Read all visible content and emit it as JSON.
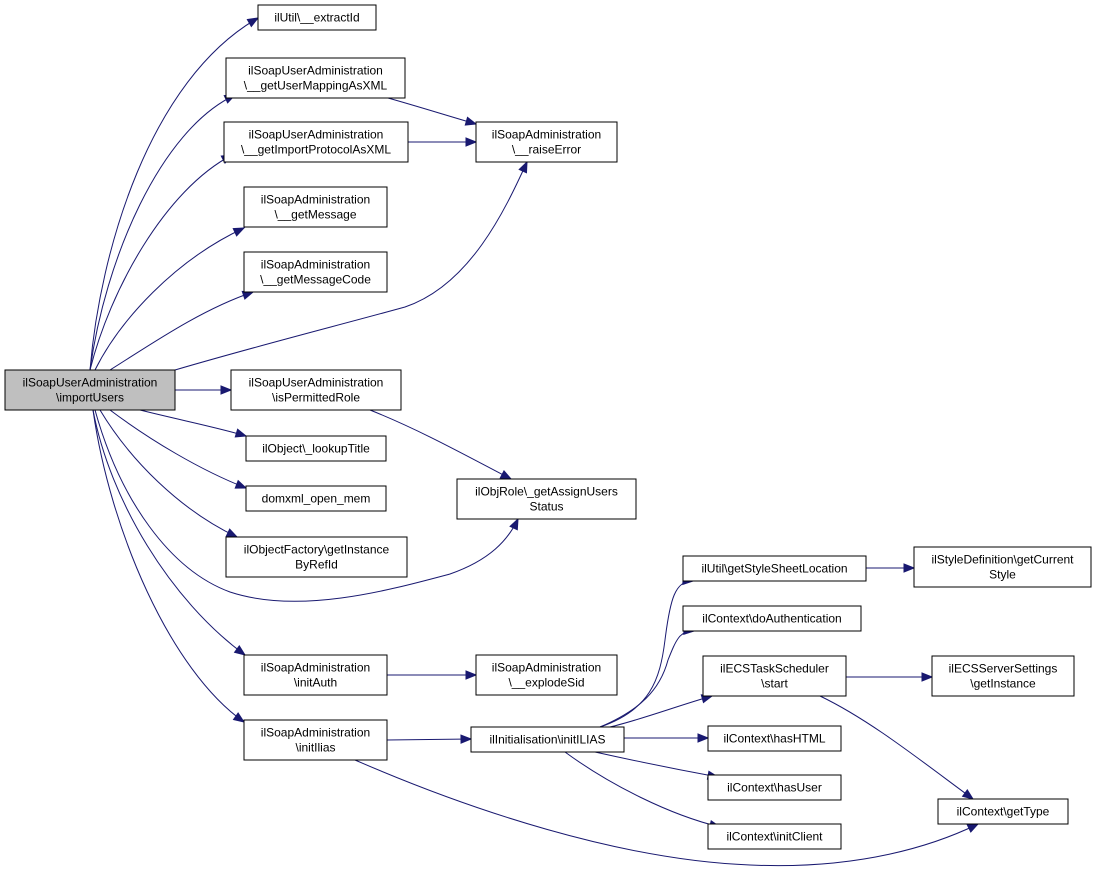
{
  "graph": {
    "edge_color": "#191970",
    "root_fill": "#bfbfbf",
    "nodes": [
      {
        "id": "n0",
        "lines": [
          "ilSoapUserAdministration",
          "\\importUsers"
        ],
        "root": true
      },
      {
        "id": "n1",
        "lines": [
          "ilUtil\\__extractId"
        ]
      },
      {
        "id": "n2",
        "lines": [
          "ilSoapUserAdministration",
          "\\__getUserMappingAsXML"
        ]
      },
      {
        "id": "n3",
        "lines": [
          "ilSoapUserAdministration",
          "\\__getImportProtocolAsXML"
        ]
      },
      {
        "id": "n4",
        "lines": [
          "ilSoapAdministration",
          "\\__raiseError"
        ]
      },
      {
        "id": "n5",
        "lines": [
          "ilSoapAdministration",
          "\\__getMessage"
        ]
      },
      {
        "id": "n6",
        "lines": [
          "ilSoapAdministration",
          "\\__getMessageCode"
        ]
      },
      {
        "id": "n7",
        "lines": [
          "ilSoapUserAdministration",
          "\\isPermittedRole"
        ]
      },
      {
        "id": "n8",
        "lines": [
          "ilObject\\_lookupTitle"
        ]
      },
      {
        "id": "n9",
        "lines": [
          "domxml_open_mem"
        ]
      },
      {
        "id": "n10",
        "lines": [
          "ilObjRole\\_getAssignUsers",
          "Status"
        ]
      },
      {
        "id": "n11",
        "lines": [
          "ilObjectFactory\\getInstance",
          "ByRefId"
        ]
      },
      {
        "id": "n12",
        "lines": [
          "ilSoapAdministration",
          "\\initAuth"
        ]
      },
      {
        "id": "n13",
        "lines": [
          "ilSoapAdministration",
          "\\__explodeSid"
        ]
      },
      {
        "id": "n14",
        "lines": [
          "ilSoapAdministration",
          "\\initIlias"
        ]
      },
      {
        "id": "n15",
        "lines": [
          "ilInitialisation\\initILIAS"
        ]
      },
      {
        "id": "n16",
        "lines": [
          "ilUtil\\getStyleSheetLocation"
        ]
      },
      {
        "id": "n17",
        "lines": [
          "ilStyleDefinition\\getCurrent",
          "Style"
        ]
      },
      {
        "id": "n18",
        "lines": [
          "ilContext\\doAuthentication"
        ]
      },
      {
        "id": "n19",
        "lines": [
          "ilECSTaskScheduler",
          "\\start"
        ]
      },
      {
        "id": "n20",
        "lines": [
          "ilECSServerSettings",
          "\\getInstance"
        ]
      },
      {
        "id": "n21",
        "lines": [
          "ilContext\\hasHTML"
        ]
      },
      {
        "id": "n22",
        "lines": [
          "ilContext\\hasUser"
        ]
      },
      {
        "id": "n23",
        "lines": [
          "ilContext\\initClient"
        ]
      },
      {
        "id": "n24",
        "lines": [
          "ilContext\\getType"
        ]
      }
    ],
    "edges": [
      {
        "from": "n0",
        "to": "n1"
      },
      {
        "from": "n0",
        "to": "n2"
      },
      {
        "from": "n0",
        "to": "n3"
      },
      {
        "from": "n0",
        "to": "n5"
      },
      {
        "from": "n0",
        "to": "n6"
      },
      {
        "from": "n0",
        "to": "n4"
      },
      {
        "from": "n0",
        "to": "n7"
      },
      {
        "from": "n0",
        "to": "n8"
      },
      {
        "from": "n0",
        "to": "n9"
      },
      {
        "from": "n0",
        "to": "n11"
      },
      {
        "from": "n0",
        "to": "n10"
      },
      {
        "from": "n0",
        "to": "n12"
      },
      {
        "from": "n0",
        "to": "n14"
      },
      {
        "from": "n2",
        "to": "n4"
      },
      {
        "from": "n3",
        "to": "n4"
      },
      {
        "from": "n7",
        "to": "n10"
      },
      {
        "from": "n12",
        "to": "n13"
      },
      {
        "from": "n14",
        "to": "n15"
      },
      {
        "from": "n14",
        "to": "n24"
      },
      {
        "from": "n15",
        "to": "n16"
      },
      {
        "from": "n15",
        "to": "n18"
      },
      {
        "from": "n15",
        "to": "n19"
      },
      {
        "from": "n15",
        "to": "n21"
      },
      {
        "from": "n15",
        "to": "n22"
      },
      {
        "from": "n15",
        "to": "n23"
      },
      {
        "from": "n16",
        "to": "n17"
      },
      {
        "from": "n19",
        "to": "n20"
      },
      {
        "from": "n19",
        "to": "n24"
      }
    ]
  }
}
